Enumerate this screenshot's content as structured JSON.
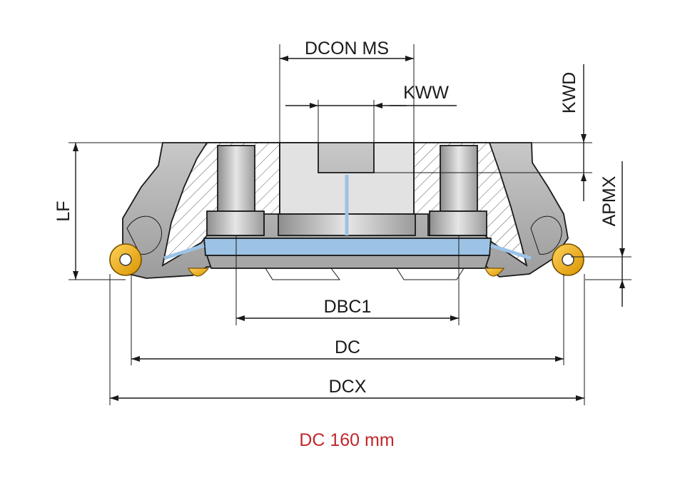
{
  "labels": {
    "dcon_ms": "DCON MS",
    "kww": "KWW",
    "kwd": "KWD",
    "lf": "LF",
    "apmx": "APMX",
    "dbc1": "DBC1",
    "dc": "DC",
    "dcx": "DCX"
  },
  "caption": "DC 160 mm",
  "colors": {
    "caption": "#c0282b",
    "body_gray": "#b3b3b3",
    "coolant_blue": "#9cc3e6",
    "insert_gold": "#f3b21a"
  }
}
